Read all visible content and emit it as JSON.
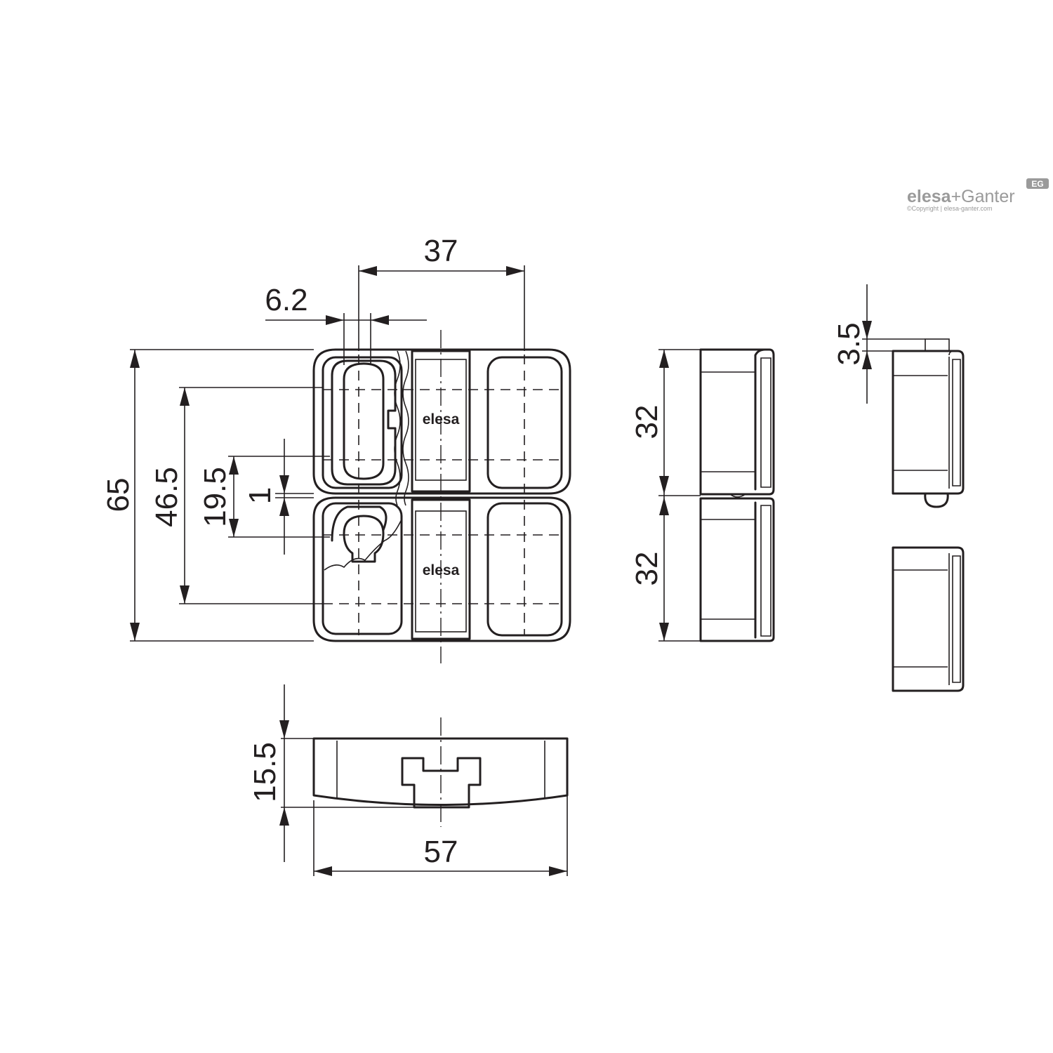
{
  "drawing": {
    "dimensions": {
      "overall_height": "65",
      "hole_span": "46.5",
      "inner_span": "19.5",
      "gap": "1",
      "slot_width": "6.2",
      "offset_width": "37",
      "leaf_upper": "32",
      "leaf_lower": "32",
      "knuckle": "3.5",
      "thickness": "15.5",
      "overall_width": "57"
    },
    "part_logo_top": "elesa",
    "part_logo_bottom": "elesa"
  },
  "brand": {
    "name_bold": "elesa",
    "name_rest": "+Ganter",
    "badge": "EG",
    "copyright": "©Copyright | elesa-ganter.com"
  }
}
